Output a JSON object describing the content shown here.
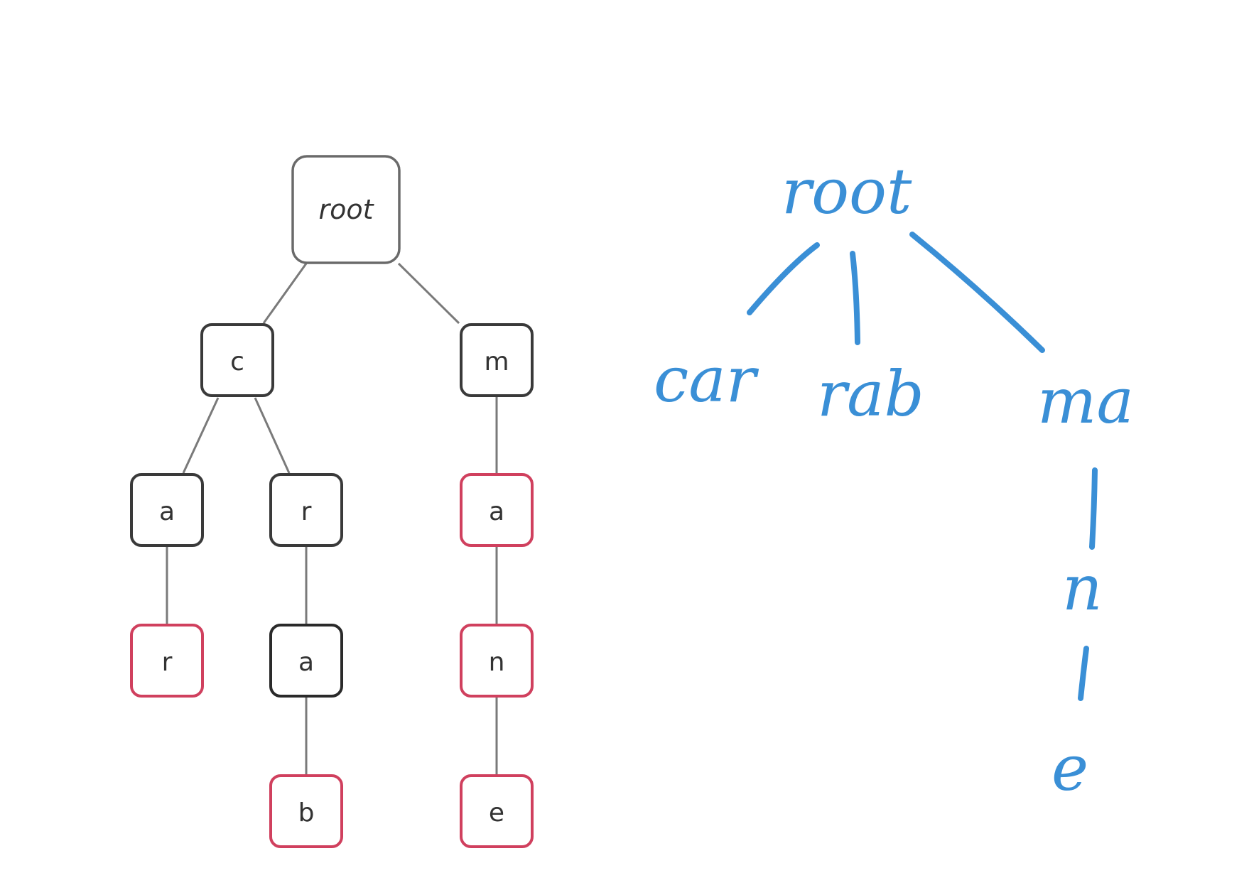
{
  "trie": {
    "root": {
      "label": "root"
    },
    "nodes": {
      "c": {
        "label": "c",
        "terminal": false
      },
      "m": {
        "label": "m",
        "terminal": false
      },
      "ca": {
        "label": "a",
        "terminal": false
      },
      "car": {
        "label": "r",
        "terminal": true
      },
      "cr": {
        "label": "r",
        "terminal": false
      },
      "cra": {
        "label": "a",
        "terminal": false
      },
      "crab": {
        "label": "b",
        "terminal": true
      },
      "ma": {
        "label": "a",
        "terminal": true
      },
      "man": {
        "label": "n",
        "terminal": true
      },
      "mane": {
        "label": "e",
        "terminal": true
      }
    },
    "edges": [
      [
        "root",
        "c"
      ],
      [
        "root",
        "m"
      ],
      [
        "c",
        "ca"
      ],
      [
        "c",
        "cr"
      ],
      [
        "ca",
        "car"
      ],
      [
        "cr",
        "cra"
      ],
      [
        "cra",
        "crab"
      ],
      [
        "m",
        "ma"
      ],
      [
        "ma",
        "man"
      ],
      [
        "man",
        "mane"
      ]
    ]
  },
  "handwritten": {
    "root": "root",
    "branches": [
      "car",
      "rab",
      "ma"
    ],
    "chain": [
      "n",
      "e"
    ]
  },
  "colors": {
    "node_border": "#3a3a3a",
    "terminal_border": "#d0405e",
    "edge": "#7a7a7a",
    "ink": "#3a8fd6"
  }
}
